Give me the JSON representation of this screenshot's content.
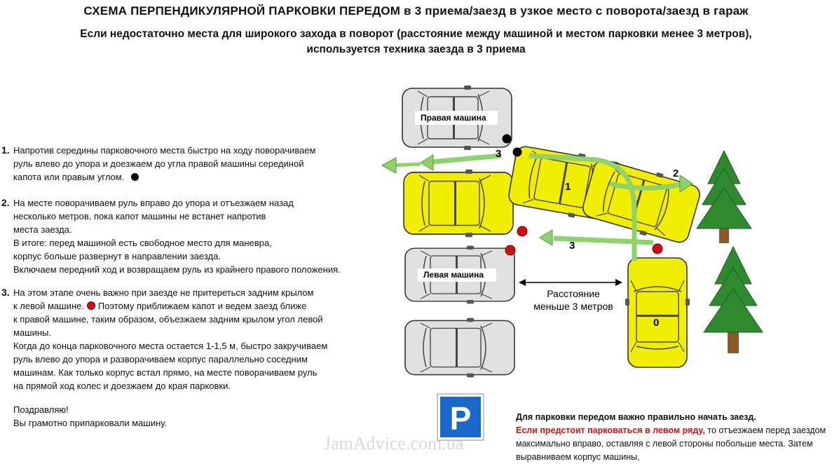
{
  "title": "СХЕМА ПЕРПЕНДИКУЛЯРНОЙ ПАРКОВКИ ПЕРЕДОМ в 3 приема/заезд в узкое место с поворота/заезд в гараж",
  "subtitle_line1": "Если недостаточно места для широкого захода в поворот  (расстояние между машиной и местом парковки менее 3 метров),",
  "subtitle_line2": "используется техника заезда в 3 приема",
  "steps": [
    {
      "num": "1.",
      "lines": [
        "Напротив середины парковочного места  быстро на ходу поворачиваем",
        "руль влево до упора и доезжаем до угла правой машины серединой",
        "капота или правым углом."
      ]
    },
    {
      "num": "2.",
      "lines": [
        "На месте поворачиваем руль вправо до упора и отъезжаем назад",
        "несколько метров, пока капот машины не встанет напротив",
        "места заезда.",
        "В итоге: перед машиной есть свободное место для маневра,",
        "корпус больше развернут в направлении заезда.",
        "Включаем передний ход и возвращаем руль из крайнего правого положения."
      ]
    },
    {
      "num": "3.",
      "line1_a": "На этом этапе очень важно при заезде не притереться задним крылом",
      "line2_a": "к левой машине.",
      "line2_b": "Поэтому приближаем капот и ведем заезд ближе",
      "lines_rest": [
        "к правой машине, таким образом, объезжаем задним крылом угол левой",
        "машины.",
        "Когда до конца парковочного места  остается  1-1,5 м, быстро закручиваем",
        "руль влево до упора и разворачиваем корпус параллельно соседним",
        "машинам. Как только корпус встал прямо, на месте поворачиваем руль",
        "на прямой ход колес и доезжаем до края парковки."
      ]
    }
  ],
  "final_line1": "Поздравляю!",
  "final_line2": "Вы грамотно припарковали машину.",
  "note": {
    "head": "Для парковки передом важно правильно начать заезд.",
    "red": "Если предстоит парковаться  в левом ряду,",
    "rest": " то  отъезжаем  перед заездом максимально вправо, оставляя с левой стороны  побольше места. Затем выравниваем корпус машины,"
  },
  "diagram": {
    "right_car_label": "Правая машина",
    "left_car_label": "Левая машина",
    "distance_line1": "Расстояние",
    "distance_line2": "меньше 3 метров",
    "pos_labels": [
      "0",
      "1",
      "2",
      "3",
      "3"
    ],
    "parking_sign": "P"
  },
  "watermark": "JamAdvice.com.ua",
  "colors": {
    "car_yellow": "#f2ee00",
    "car_gray": "#e0e0e0",
    "arrow_green": "#8fd16a",
    "tree_green": "#2f8a2f",
    "sign_blue": "#1a66c9",
    "red_dot": "#d01010"
  }
}
